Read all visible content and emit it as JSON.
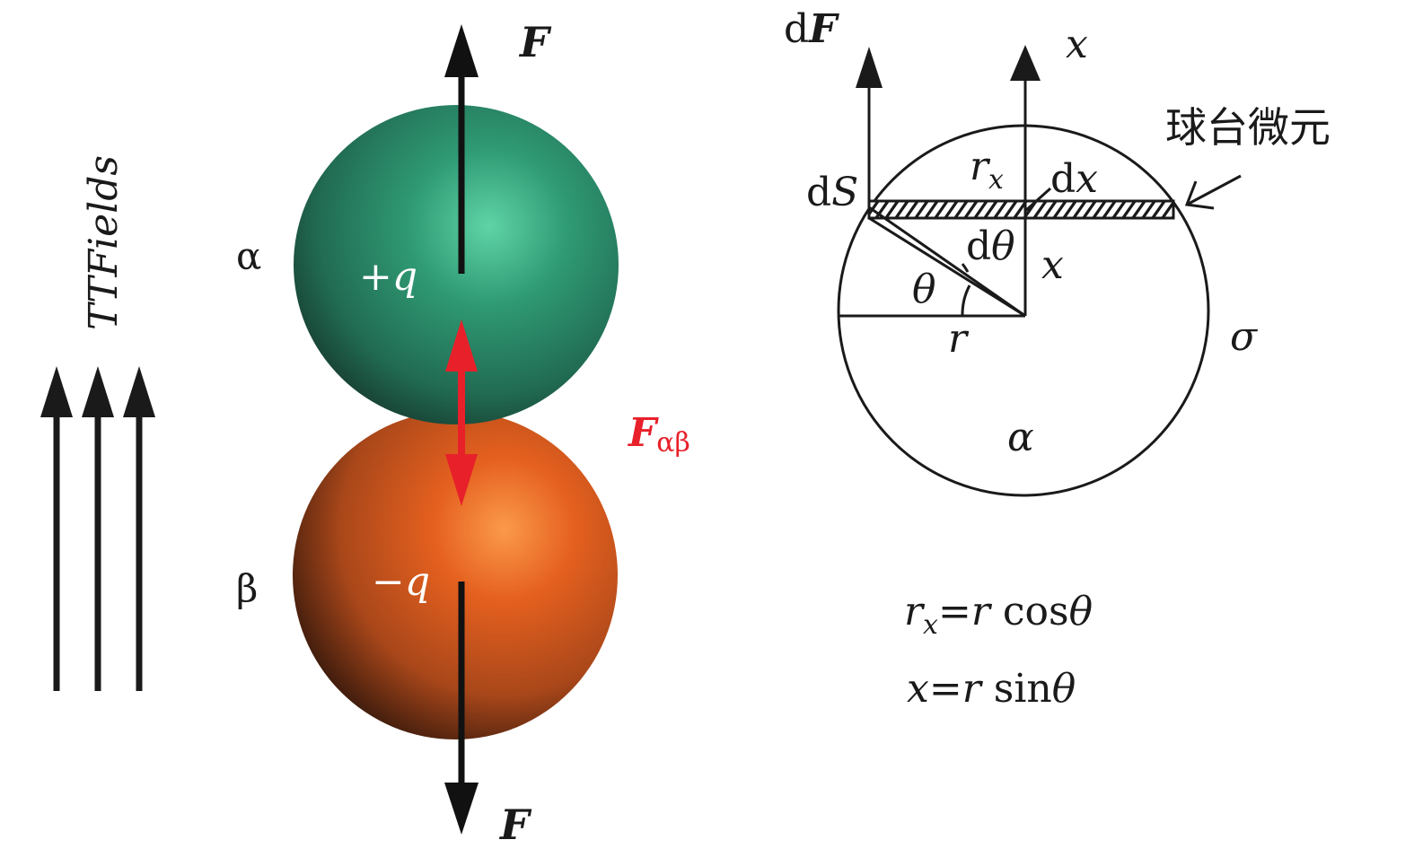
{
  "colors": {
    "ink": "#1a1a1a",
    "force_red": "#e8202a",
    "sphere_alpha": "#2e8c6c",
    "sphere_beta": "#d9541e"
  },
  "left": {
    "field_label": "TTFields",
    "force_top": "F",
    "force_bottom": "F",
    "label_alpha": "α",
    "label_beta": "β",
    "charge_pos": "+q",
    "charge_neg": "−q",
    "force_ab_main": "F",
    "force_ab_sub": "αβ"
  },
  "right": {
    "dF_d": "d",
    "dF_F": "F",
    "x_axis": "x",
    "element_label": "球台微元",
    "dS_d": "d",
    "dS_S": "S",
    "rx_r": "r",
    "rx_sub": "x",
    "dx_d": "d",
    "dx_x": "x",
    "dtheta_d": "d",
    "dtheta_theta": "θ",
    "x_label": "x",
    "theta": "θ",
    "r": "r",
    "sigma": "σ",
    "alpha": "α",
    "eq1": {
      "r": "r",
      "sub": "x",
      "eq": "=",
      "r2": "r",
      "fn": " cos",
      "th": "θ"
    },
    "eq2": {
      "x": "x",
      "eq": "=",
      "r": "r",
      "fn": " sin",
      "th": "θ"
    }
  }
}
